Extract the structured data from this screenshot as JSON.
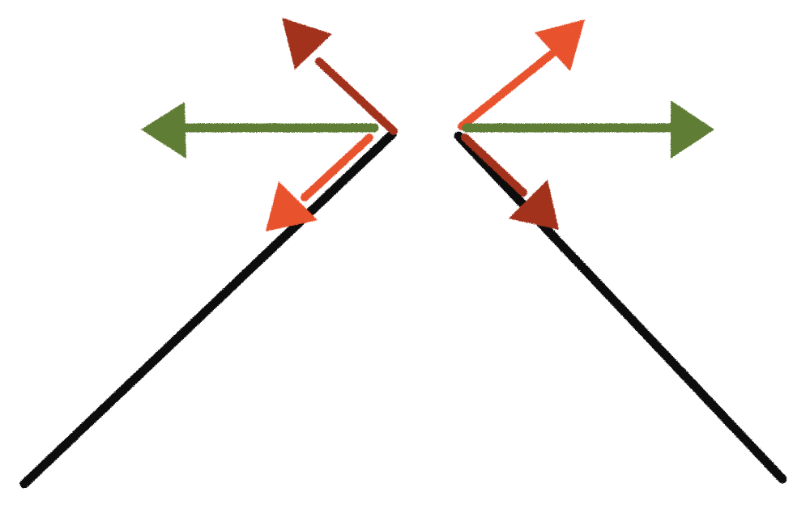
{
  "diagram": {
    "colors": {
      "line": "#111111",
      "dark_red": "#a3301c",
      "orange_red": "#e8532d",
      "green": "#5e7d34",
      "background": "#ffffff"
    },
    "elements": [
      {
        "name": "left-black-line",
        "kind": "line",
        "color_key": "line"
      },
      {
        "name": "right-black-line",
        "kind": "line",
        "color_key": "line"
      },
      {
        "name": "left-upward-arrow",
        "kind": "arrow",
        "color_key": "dark_red"
      },
      {
        "name": "left-horizontal-arrow",
        "kind": "arrow",
        "color_key": "green"
      },
      {
        "name": "left-downward-arrow",
        "kind": "arrow",
        "color_key": "orange_red"
      },
      {
        "name": "right-upward-arrow",
        "kind": "arrow",
        "color_key": "orange_red"
      },
      {
        "name": "right-horizontal-arrow",
        "kind": "arrow",
        "color_key": "green"
      },
      {
        "name": "right-downward-arrow",
        "kind": "arrow",
        "color_key": "dark_red"
      }
    ]
  }
}
